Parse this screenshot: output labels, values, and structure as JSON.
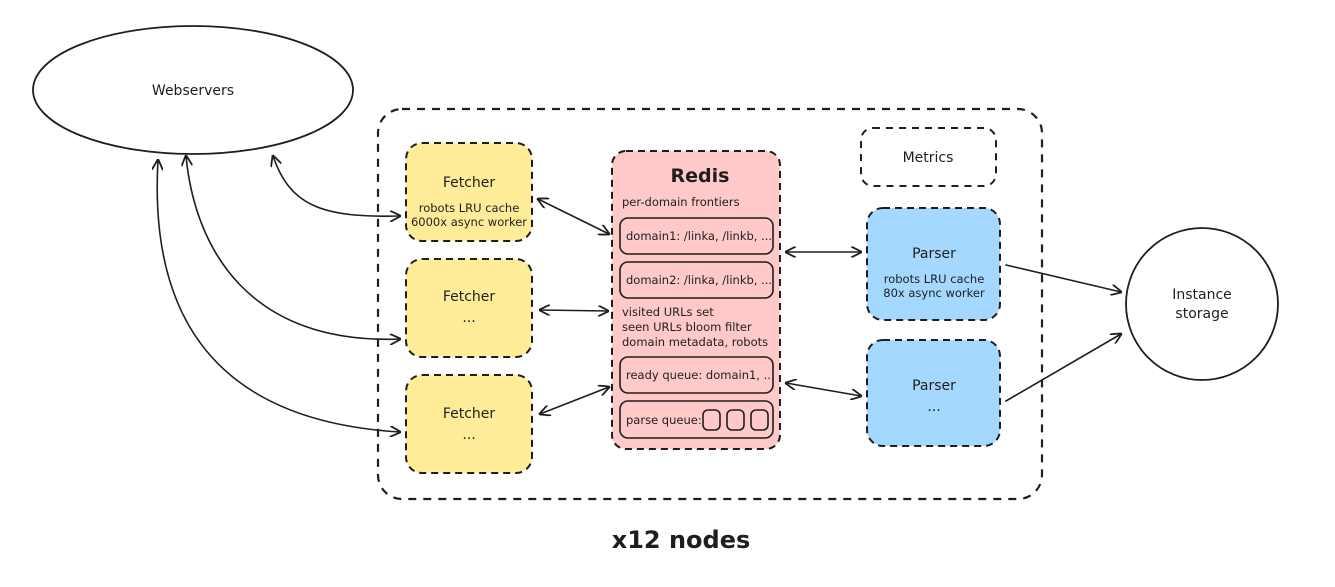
{
  "webservers": {
    "label": "Webservers"
  },
  "cluster": {
    "label": "x12 nodes"
  },
  "metrics": {
    "label": "Metrics"
  },
  "instance_storage": {
    "line1": "Instance",
    "line2": "storage"
  },
  "fetchers": [
    {
      "title": "Fetcher",
      "line1": "robots LRU cache",
      "line2": "6000x async worker"
    },
    {
      "title": "Fetcher",
      "line1": "..."
    },
    {
      "title": "Fetcher",
      "line1": "..."
    }
  ],
  "redis": {
    "title": "Redis",
    "subtitle": "per-domain frontiers",
    "frontiers": [
      "domain1: /linka, /linkb, ...",
      "domain2: /linka, /linkb, ..."
    ],
    "sets": [
      "visited URLs set",
      "seen URLs bloom filter",
      "domain metadata, robots"
    ],
    "ready_queue": "ready queue: domain1, ...",
    "parse_queue": "parse queue:"
  },
  "parsers": [
    {
      "title": "Parser",
      "line1": "robots LRU cache",
      "line2": "80x async worker"
    },
    {
      "title": "Parser",
      "line1": "..."
    }
  ],
  "colors": {
    "fetcher_fill": "#ffec99",
    "redis_fill": "#ffc9c9",
    "parser_fill": "#a5d8ff",
    "stroke": "#1e1e1e"
  }
}
